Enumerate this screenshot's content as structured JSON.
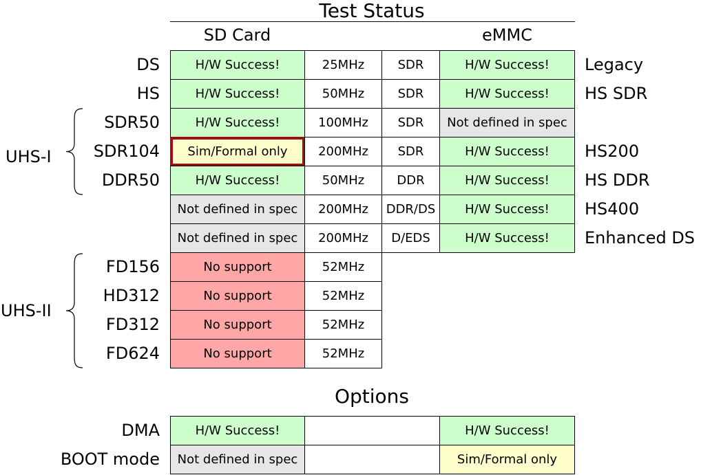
{
  "title": "Test Status",
  "options_title": "Options",
  "col_sd": "SD Card",
  "col_emmc": "eMMC",
  "groups": [
    "UHS-I",
    "UHS-II"
  ],
  "colors": {
    "success": "#ccffcc",
    "sim": "#ffffcc",
    "undefined": "#e6e6e6",
    "nosupport": "#ffa6a6",
    "highlight_border": "#a01010"
  },
  "rows": [
    {
      "label": "DS",
      "sd": "H/W Success!",
      "sd_status": "success",
      "freq": "25MHz",
      "mode": "SDR",
      "emmc": "H/W Success!",
      "emmc_status": "success",
      "emmc_label": "Legacy"
    },
    {
      "label": "HS",
      "sd": "H/W Success!",
      "sd_status": "success",
      "freq": "50MHz",
      "mode": "SDR",
      "emmc": "H/W Success!",
      "emmc_status": "success",
      "emmc_label": "HS SDR"
    },
    {
      "label": "SDR50",
      "sd": "H/W Success!",
      "sd_status": "success",
      "freq": "100MHz",
      "mode": "SDR",
      "emmc": "Not defined in spec",
      "emmc_status": "undefined",
      "emmc_label": ""
    },
    {
      "label": "SDR104",
      "sd": "Sim/Formal only",
      "sd_status": "sim",
      "sd_highlight": true,
      "freq": "200MHz",
      "mode": "SDR",
      "emmc": "H/W Success!",
      "emmc_status": "success",
      "emmc_label": "HS200"
    },
    {
      "label": "DDR50",
      "sd": "H/W Success!",
      "sd_status": "success",
      "freq": "50MHz",
      "mode": "DDR",
      "emmc": "H/W Success!",
      "emmc_status": "success",
      "emmc_label": "HS DDR"
    },
    {
      "label": "",
      "sd": "Not defined in spec",
      "sd_status": "undefined",
      "freq": "200MHz",
      "mode": "DDR/DS",
      "emmc": "H/W Success!",
      "emmc_status": "success",
      "emmc_label": "HS400"
    },
    {
      "label": "",
      "sd": "Not defined in spec",
      "sd_status": "undefined",
      "freq": "200MHz",
      "mode": "D/EDS",
      "emmc": "H/W Success!",
      "emmc_status": "success",
      "emmc_label": "Enhanced DS"
    },
    {
      "label": "FD156",
      "sd": "No support",
      "sd_status": "nosupport",
      "freq": "52MHz"
    },
    {
      "label": "HD312",
      "sd": "No support",
      "sd_status": "nosupport",
      "freq": "52MHz"
    },
    {
      "label": "FD312",
      "sd": "No support",
      "sd_status": "nosupport",
      "freq": "52MHz"
    },
    {
      "label": "FD624",
      "sd": "No support",
      "sd_status": "nosupport",
      "freq": "52MHz"
    }
  ],
  "options": [
    {
      "label": "DMA",
      "sd": "H/W Success!",
      "sd_status": "success",
      "emmc": "H/W Success!",
      "emmc_status": "success"
    },
    {
      "label": "BOOT mode",
      "sd": "Not defined in spec",
      "sd_status": "undefined",
      "emmc": "Sim/Formal only",
      "emmc_status": "sim"
    }
  ]
}
